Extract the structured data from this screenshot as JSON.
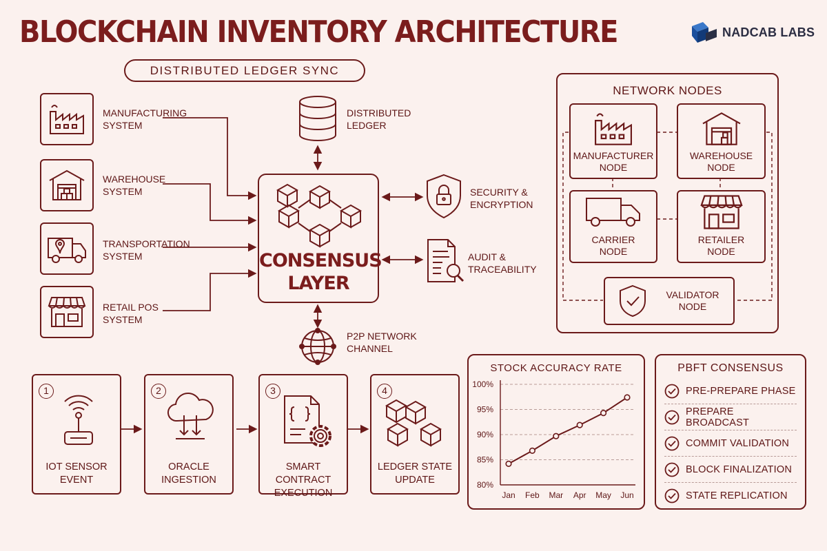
{
  "header": {
    "title": "BLOCKCHAIN INVENTORY ARCHITECTURE",
    "subtitle": "DISTRIBUTED LEDGER SYNC",
    "brand": "NADCAB LABS"
  },
  "colors": {
    "primary": "#6b1a1a",
    "title": "#7b1d1d",
    "background": "#fbf1ee",
    "brand_dark": "#2b2d42",
    "brand_blue": "#1b4f9c"
  },
  "sources": [
    {
      "label": "MANUFACTURING\nSYSTEM",
      "icon": "factory-icon"
    },
    {
      "label": "WAREHOUSE\nSYSTEM",
      "icon": "warehouse-icon"
    },
    {
      "label": "TRANSPORTATION\nSYSTEM",
      "icon": "truck-icon"
    },
    {
      "label": "RETAIL POS\nSYSTEM",
      "icon": "store-icon"
    }
  ],
  "center": {
    "label": "CONSENSUS\nLAYER",
    "ledger": "DISTRIBUTED\nLEDGER",
    "security": "SECURITY &\nENCRYPTION",
    "audit": "AUDIT &\nTRACEABILITY",
    "p2p": "P2P NETWORK\nCHANNEL"
  },
  "network": {
    "title": "NETWORK NODES",
    "nodes": [
      {
        "label": "MANUFACTURER\nNODE",
        "icon": "factory-icon"
      },
      {
        "label": "WAREHOUSE\nNODE",
        "icon": "warehouse-icon"
      },
      {
        "label": "CARRIER\nNODE",
        "icon": "truck-icon"
      },
      {
        "label": "RETAILER\nNODE",
        "icon": "store-icon"
      },
      {
        "label": "VALIDATOR\nNODE",
        "icon": "shield-check-icon"
      }
    ]
  },
  "pipeline": [
    {
      "num": "1",
      "label": "IOT SENSOR\nEVENT",
      "icon": "sensor-icon"
    },
    {
      "num": "2",
      "label": "ORACLE\nINGESTION",
      "icon": "cloud-icon"
    },
    {
      "num": "3",
      "label": "SMART CONTRACT\nEXECUTION",
      "icon": "contract-gear-icon"
    },
    {
      "num": "4",
      "label": "LEDGER STATE\nUPDATE",
      "icon": "blocks-icon"
    }
  ],
  "chart_data": {
    "type": "line",
    "title": "STOCK ACCURACY RATE",
    "categories": [
      "Jan",
      "Feb",
      "Mar",
      "Apr",
      "May",
      "Jun"
    ],
    "values": [
      84.2,
      86.8,
      89.7,
      91.9,
      94.3,
      97.4
    ],
    "yticks": [
      "100%",
      "95%",
      "90%",
      "85%",
      "80%"
    ],
    "ylim": [
      80,
      100
    ],
    "grid": true
  },
  "pbft": {
    "title": "PBFT CONSENSUS",
    "items": [
      "PRE-PREPARE PHASE",
      "PREPARE BROADCAST",
      "COMMIT VALIDATION",
      "BLOCK FINALIZATION",
      "STATE REPLICATION"
    ]
  }
}
